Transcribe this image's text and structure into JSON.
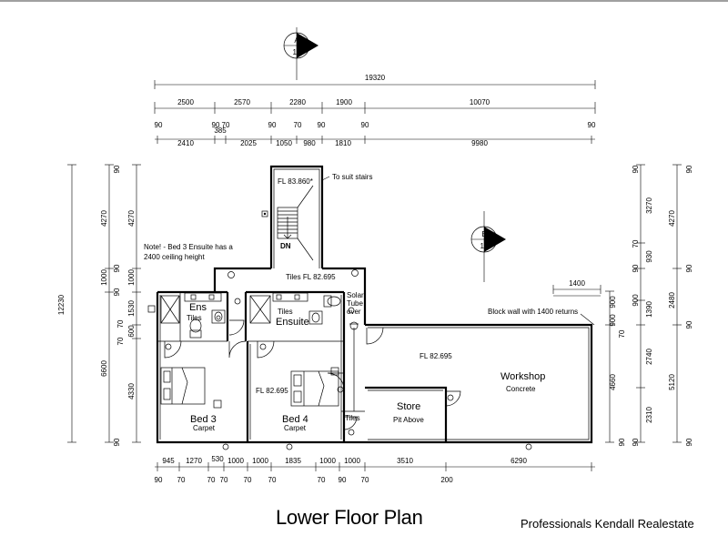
{
  "title": "Lower Floor Plan",
  "company": "Professionals Kendall Realestate",
  "section_markers": [
    {
      "letter": "A",
      "sheet": "10"
    },
    {
      "letter": "B",
      "sheet": "10"
    }
  ],
  "dims_top": {
    "overall": "19320",
    "row1": [
      "2500",
      "2570",
      "2280",
      "1900",
      "10070"
    ],
    "row2": [
      "90",
      "90",
      "70",
      "90",
      "70",
      "90",
      "90",
      "90"
    ],
    "row3": [
      "2410",
      "385",
      "2025",
      "1050",
      "980",
      "1810",
      "9980"
    ]
  },
  "dims_left": {
    "overall": "12230",
    "outer": [
      "4270",
      "1000",
      "6600"
    ],
    "inner": [
      "90",
      "4270",
      "90",
      "1000",
      "90",
      "1530",
      "70",
      "600",
      "70",
      "4330",
      "90"
    ]
  },
  "dims_right": {
    "inner": [
      "90",
      "3270",
      "70",
      "930",
      "90",
      "1390",
      "900",
      "2740",
      "2310",
      "90"
    ],
    "outer": [
      "90",
      "4270",
      "90",
      "2480",
      "90",
      "5120",
      "90"
    ],
    "mid": [
      "900",
      "900",
      "70",
      "4660",
      "90"
    ],
    "block": "1400"
  },
  "dims_bottom": {
    "row1": [
      "945",
      "1270",
      "530",
      "1000",
      "1000",
      "1835",
      "1000",
      "1000",
      "3510",
      "6290"
    ],
    "row2": [
      "90",
      "70",
      "70",
      "70",
      "70",
      "70",
      "70",
      "90",
      "70",
      "200"
    ]
  },
  "labels": {
    "stairs_fl": "FL 83.860*",
    "to_suit_stairs": "To suit stairs",
    "dn": "DN",
    "note": [
      "Note! - Bed 3 Ensuite has a",
      "2400 ceiling height"
    ],
    "hall_tiles": "Tiles  FL 82.695",
    "solar_tube": [
      "Solar",
      "Tube",
      "over"
    ],
    "block_wall": "Block wall with 1400 returns",
    "workshop_fl": "FL 82.695",
    "bed4_fl": "FL 82.695",
    "store_tiles": "Tiles"
  },
  "rooms": {
    "ens": {
      "name": "Ens",
      "finish": "Tiles"
    },
    "ensuite": {
      "name": "Ensuite",
      "finish": "Tiles"
    },
    "bed3": {
      "name": "Bed 3",
      "finish": "Carpet"
    },
    "bed4": {
      "name": "Bed 4",
      "finish": "Carpet"
    },
    "store": {
      "name": "Store",
      "finish": "Pit Above"
    },
    "workshop": {
      "name": "Workshop",
      "finish": "Concrete"
    }
  }
}
